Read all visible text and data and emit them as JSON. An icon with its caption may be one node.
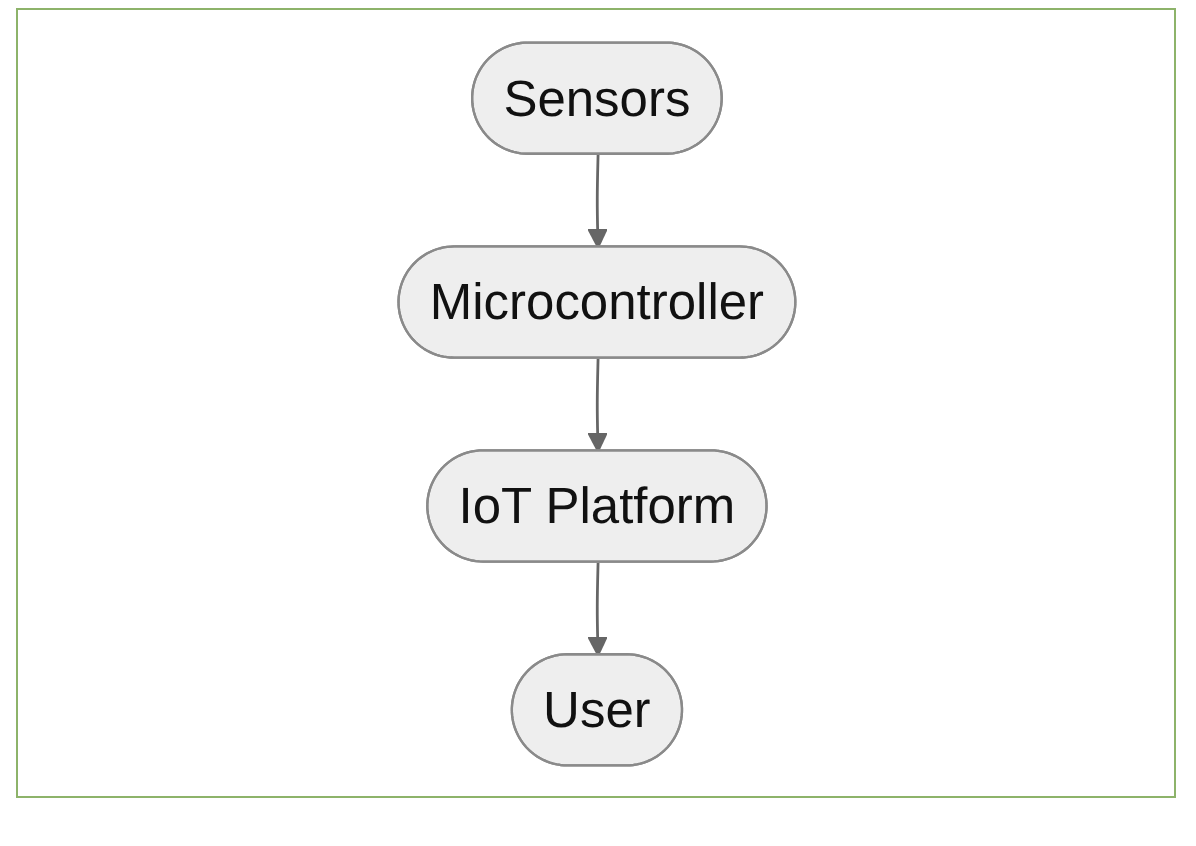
{
  "diagram": {
    "nodes": [
      {
        "text": [
          "Sensors"
        ]
      },
      {
        "text": [
          "Microcontroller"
        ]
      },
      {
        "text": [
          "IoT Platform"
        ]
      },
      {
        "text": [
          "User"
        ]
      }
    ],
    "edges": [
      {
        "from": 0,
        "to": 1,
        "arrow": "to"
      },
      {
        "from": 1,
        "to": 2,
        "arrow": "to"
      },
      {
        "from": 2,
        "to": 3,
        "arrow": "to"
      }
    ]
  }
}
